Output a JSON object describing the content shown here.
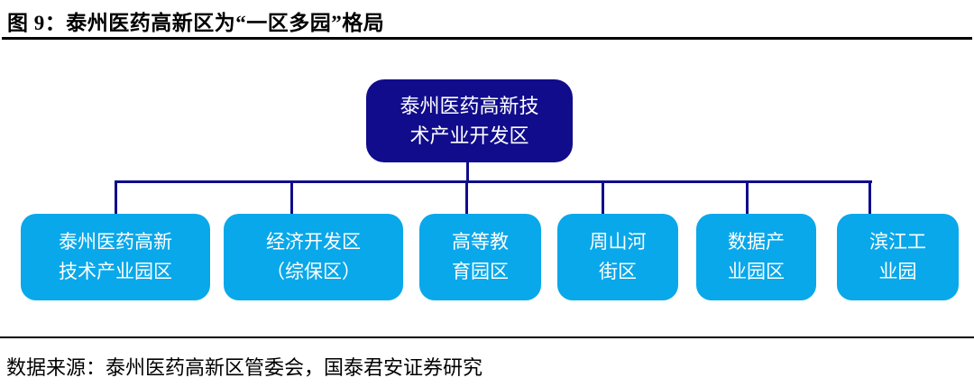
{
  "title": "图 9：泰州医药高新区为“一区多园”格局",
  "source": "数据来源：泰州医药高新区管委会，国泰君安证券研究",
  "colors": {
    "navy": "#100C8C",
    "cyan": "#09A8EA",
    "text_white": "#FFFFFF",
    "line_black": "#000000"
  },
  "org_chart": {
    "root": {
      "lines": [
        "泰州医药高新技",
        "术产业开发区"
      ]
    },
    "children": [
      {
        "lines": [
          "泰州医药高新",
          "技术产业园区"
        ]
      },
      {
        "lines": [
          "经济开发区",
          "（综保区）"
        ]
      },
      {
        "lines": [
          "高等教",
          "育园区"
        ]
      },
      {
        "lines": [
          "周山河",
          "街区"
        ]
      },
      {
        "lines": [
          "数据产",
          "业园区"
        ]
      },
      {
        "lines": [
          "滨江工",
          "业园"
        ]
      }
    ]
  }
}
